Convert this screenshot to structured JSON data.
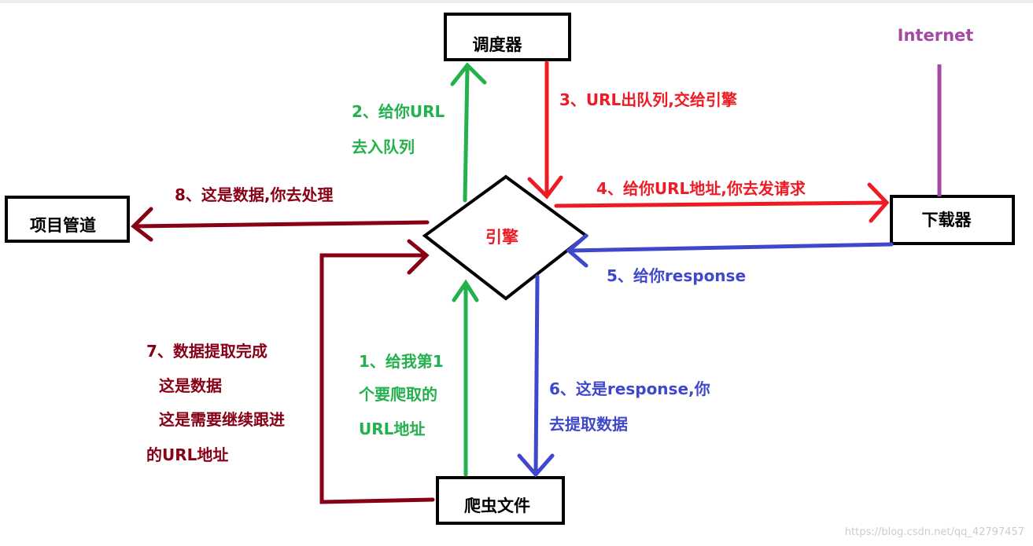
{
  "colors": {
    "green": "#22b14c",
    "red": "#ed1c24",
    "darkred": "#880015",
    "blue": "#3f48cc",
    "purple": "#a349a4",
    "engine_text": "#ed1c24"
  },
  "nodes": {
    "scheduler": "调度器",
    "engine": "引擎",
    "downloader": "下载器",
    "pipeline": "项目管道",
    "spider": "爬虫文件",
    "internet": "Internet"
  },
  "edges": {
    "step1": [
      "1、给我第1",
      "个要爬取的",
      "URL地址"
    ],
    "step2": [
      "2、给你URL",
      "去入队列"
    ],
    "step3": [
      "3、URL出队列,交给引擎"
    ],
    "step4": [
      "4、给你URL地址,你去发请求"
    ],
    "step5": [
      "5、给你response"
    ],
    "step6": [
      "6、这是response,你",
      "去提取数据"
    ],
    "step7": [
      "7、数据提取完成",
      "这是数据",
      "这是需要继续跟进",
      "的URL地址"
    ],
    "step8": [
      "8、这是数据,你去处理"
    ]
  },
  "watermark": "https://blog.csdn.net/qq_42797457"
}
